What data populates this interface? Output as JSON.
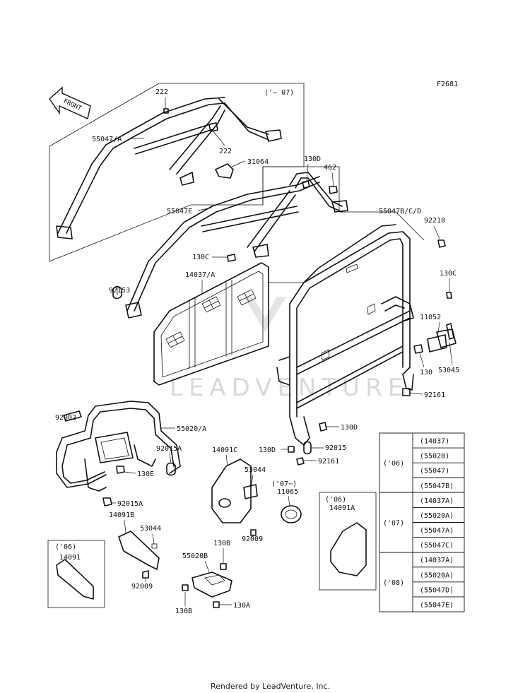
{
  "figure_code": "F2681",
  "front_label": "FRONT",
  "watermark": "LEADVENTURE",
  "footer": "Rendered by LeadVenture, Inc.",
  "inset_top_label": "('~ 07)",
  "callouts": [
    {
      "id": "222-a",
      "text": "222"
    },
    {
      "id": "222-b",
      "text": "222"
    },
    {
      "id": "55047-a",
      "text": "55047/A"
    },
    {
      "id": "31064",
      "text": "31064"
    },
    {
      "id": "130d-top",
      "text": "130D"
    },
    {
      "id": "462",
      "text": "462"
    },
    {
      "id": "55047e",
      "text": "55047E"
    },
    {
      "id": "55047bcd",
      "text": "55047B/C/D"
    },
    {
      "id": "92210",
      "text": "92210"
    },
    {
      "id": "130c-mid",
      "text": "130C"
    },
    {
      "id": "14037a",
      "text": "14037/A"
    },
    {
      "id": "92153",
      "text": "92153"
    },
    {
      "id": "130c-right",
      "text": "130C"
    },
    {
      "id": "11052",
      "text": "11052"
    },
    {
      "id": "130",
      "text": "130"
    },
    {
      "id": "53045",
      "text": "53045"
    },
    {
      "id": "92161-a",
      "text": "92161"
    },
    {
      "id": "92002",
      "text": "92002"
    },
    {
      "id": "55020a",
      "text": "55020/A"
    },
    {
      "id": "92015a-a",
      "text": "92015A"
    },
    {
      "id": "130e",
      "text": "130E"
    },
    {
      "id": "92015a-b",
      "text": "92015A"
    },
    {
      "id": "130d-r",
      "text": "130D"
    },
    {
      "id": "130d-l",
      "text": "130D"
    },
    {
      "id": "92015",
      "text": "92015"
    },
    {
      "id": "92161-b",
      "text": "92161"
    },
    {
      "id": "14091c",
      "text": "14091C"
    },
    {
      "id": "53044-a",
      "text": "53044"
    },
    {
      "id": "07-label",
      "text": "('07~)"
    },
    {
      "id": "11065",
      "text": "11065"
    },
    {
      "id": "92009-a",
      "text": "92009"
    },
    {
      "id": "14091b",
      "text": "14091B"
    },
    {
      "id": "53044-b",
      "text": "53044"
    },
    {
      "id": "06-label-a",
      "text": "('06)"
    },
    {
      "id": "14091",
      "text": "14091"
    },
    {
      "id": "92009-b",
      "text": "92009"
    },
    {
      "id": "130b-top",
      "text": "130B"
    },
    {
      "id": "55020b",
      "text": "55020B"
    },
    {
      "id": "130b-bot",
      "text": "130B"
    },
    {
      "id": "130a",
      "text": "130A"
    },
    {
      "id": "06-label-b",
      "text": "('06)"
    },
    {
      "id": "14091a",
      "text": "14091A"
    }
  ],
  "year_table": [
    {
      "year": "('06)",
      "parts": [
        "(14037)",
        "(55020)",
        "(55047)",
        "(55047B)"
      ]
    },
    {
      "year": "('07)",
      "parts": [
        "(14037A)",
        "(55020A)",
        "(55047A)",
        "(55047C)"
      ]
    },
    {
      "year": "('08)",
      "parts": [
        "(14037A)",
        "(55020A)",
        "(55047D)",
        "(55047E)"
      ]
    }
  ]
}
